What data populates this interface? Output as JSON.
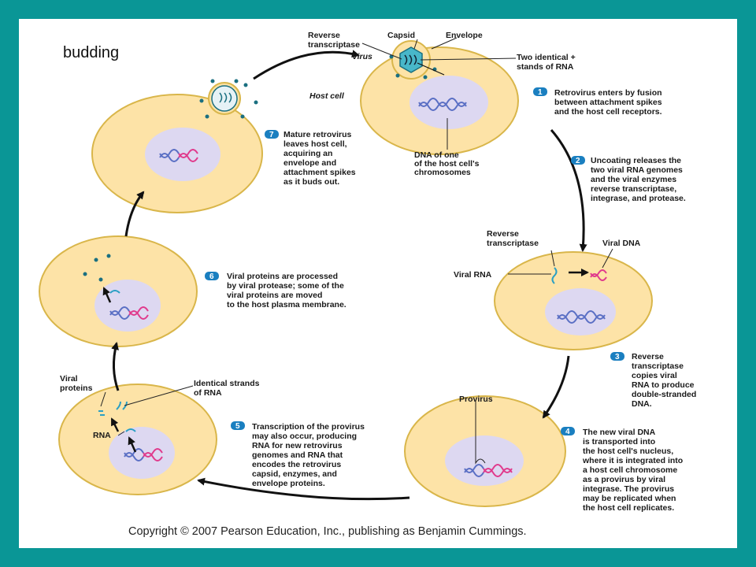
{
  "corner_label": "budding",
  "copyright": "Copyright © 2007 Pearson Education, Inc., publishing as Benjamin Cummings.",
  "labels": {
    "reverse_transcriptase_top": [
      "Reverse",
      "transcriptase"
    ],
    "capsid": "Capsid",
    "envelope": "Envelope",
    "virus": "Virus",
    "rna_strands": [
      "Two identical +",
      "stands of RNA"
    ],
    "host_cell": "Host cell",
    "dna_host": [
      "DNA of one",
      "of the host cell's",
      "chromosomes"
    ],
    "reverse_transcriptase_mid": [
      "Reverse",
      "transcriptase"
    ],
    "viral_dna": "Viral DNA",
    "viral_rna": "Viral RNA",
    "provirus": "Provirus",
    "viral_proteins": [
      "Viral",
      "proteins"
    ],
    "identical_strands": [
      "Identical strands",
      "of RNA"
    ],
    "rna": "RNA"
  },
  "steps": [
    {
      "num": "1",
      "lines": [
        "Retrovirus enters by fusion",
        "between attachment spikes",
        "and the host cell receptors."
      ]
    },
    {
      "num": "2",
      "lines": [
        "Uncoating releases the",
        "two viral RNA genomes",
        "and the viral enzymes",
        "reverse transcriptase,",
        "integrase, and protease."
      ]
    },
    {
      "num": "3",
      "lines": [
        "Reverse",
        "transcriptase",
        "copies viral",
        "RNA to produce",
        "double-stranded",
        "DNA."
      ]
    },
    {
      "num": "4",
      "lines": [
        "The new viral DNA",
        "is transported into",
        "the host cell's nucleus,",
        "where it is integrated into",
        "a host cell chromosome",
        "as a provirus by viral",
        "integrase. The provirus",
        "may be replicated when",
        "the host cell replicates."
      ]
    },
    {
      "num": "5",
      "lines": [
        "Transcription of the provirus",
        "may also occur, producing",
        "RNA for new retrovirus",
        "genomes and RNA that",
        "encodes the retrovirus",
        "capsid, enzymes, and",
        "envelope proteins."
      ]
    },
    {
      "num": "6",
      "lines": [
        "Viral proteins are processed",
        "by viral protease; some of the",
        "viral proteins are moved",
        "to the host plasma membrane."
      ]
    },
    {
      "num": "7",
      "lines": [
        "Mature retrovirus",
        "leaves host cell,",
        "acquiring an",
        "envelope and",
        "attachment spikes",
        "as it buds out."
      ]
    }
  ],
  "colors": {
    "frame": "#0a9696",
    "cell": "#fde3a7",
    "cell_border": "#d9b64a",
    "nucleus": "#ddd8f1",
    "badge": "#1a7fc0",
    "dna_blue": "#5a6fc4",
    "dna_pink": "#e03a8c"
  }
}
